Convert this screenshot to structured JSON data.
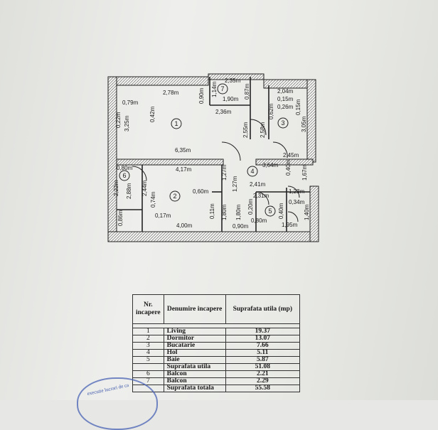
{
  "plan": {
    "rooms": [
      "1",
      "2",
      "3",
      "4",
      "5",
      "6",
      "7"
    ],
    "dimensions": [
      "2,35m",
      "1,14m",
      "1,90m",
      "0,87m",
      "2,04m",
      "0,15m",
      "0,26m",
      "0,62m",
      "0,15m",
      "3,05m",
      "2,78m",
      "0,90m",
      "0,79m",
      "0,42m",
      "2,36m",
      "2,55m",
      "2,58m",
      "0,22m",
      "3,25m",
      "6,35m",
      "2,45m",
      "0,80m",
      "4,17m",
      "1,27m",
      "3,64m",
      "0,40m",
      "1,67m",
      "2,22m",
      "2,88m",
      "2,44m",
      "0,74m",
      "0,60m",
      "1,27m",
      "2,41m",
      "2,31m",
      "1,23m",
      "0,34m",
      "0,86m",
      "0,17m",
      "0,11m",
      "1,80m",
      "1,80m",
      "0,20m",
      "0,80m",
      "0,40m",
      "1,40m",
      "4,00m",
      "0,90m",
      "1,95m"
    ]
  },
  "table": {
    "col1": "Nr. incapere",
    "col2": "Denumire incapere",
    "col3": "Suprafata utila (mp)",
    "rows": [
      {
        "nr": "1",
        "name": "Living",
        "area": "19.37"
      },
      {
        "nr": "2",
        "name": "Dormitor",
        "area": "13.07"
      },
      {
        "nr": "3",
        "name": "Bucatarie",
        "area": "7.66"
      },
      {
        "nr": "4",
        "name": "Hol",
        "area": "5.11"
      },
      {
        "nr": "5",
        "name": "Baie",
        "area": "5.87"
      }
    ],
    "subtotal_label": "Suprafata utila",
    "subtotal_value": "51.08",
    "balcony_rows": [
      {
        "nr": "6",
        "name": "Balcon",
        "area": "2.21"
      },
      {
        "nr": "7",
        "name": "Balcon",
        "area": "2.29"
      }
    ],
    "total_label": "Suprafata totala",
    "total_value": "55.58"
  },
  "stamp": {
    "text": "executie lucrari de ca"
  }
}
